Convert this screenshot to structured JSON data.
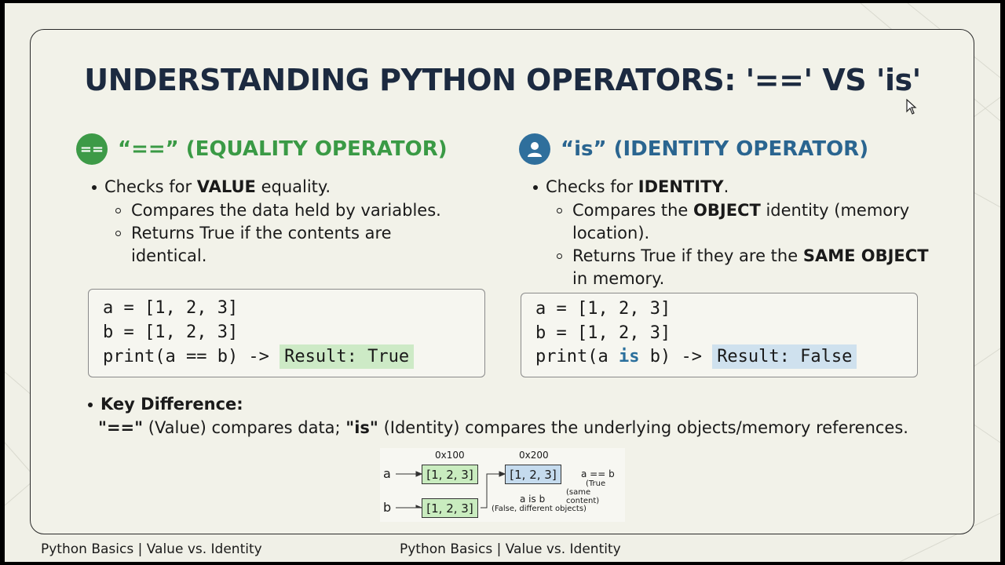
{
  "slide": {
    "title": "UNDERSTANDING PYTHON OPERATORS: '==' VS 'is'"
  },
  "left": {
    "icon_label": "==",
    "heading": "“==” (EQUALITY OPERATOR)",
    "bullet_pre": "Checks for ",
    "bullet_bold": "VALUE",
    "bullet_post": " equality.",
    "sub1": "Compares the data held by variables.",
    "sub2_line1": "Returns True if the contents are",
    "sub2_line2": "identical.",
    "code": {
      "line1": "a = [1, 2, 3]",
      "line2": "b = [1, 2, 3]",
      "line3_pre": "print(a == b) -> ",
      "result": "Result: True"
    }
  },
  "right": {
    "heading": "“is” (IDENTITY OPERATOR)",
    "bullet_pre": "Checks for ",
    "bullet_bold": "IDENTITY",
    "bullet_post": ".",
    "sub1_pre": "Compares the ",
    "sub1_bold": "OBJECT",
    "sub1_post": " identity (memory",
    "sub1_line2": "location).",
    "sub2_pre": "Returns True if they are the ",
    "sub2_bold": "SAME OBJECT",
    "sub2_line2": "in memory.",
    "code": {
      "line1": "a = [1, 2, 3]",
      "line2": "b = [1, 2, 3]",
      "line3_pre": "print(a ",
      "line3_kw": "is",
      "line3_post": " b) -> ",
      "result": "Result: False"
    }
  },
  "key_difference": {
    "label": "Key Difference:",
    "q1": "\"==\"",
    "t1": " (Value) compares data; ",
    "q2": "\"is\"",
    "t2": " (Identity) compares the underlying objects/memory references."
  },
  "diagram": {
    "addr1": "0x100",
    "addr2": "0x200",
    "var_a": "a",
    "var_b": "b",
    "box_a": "[1, 2, 3]",
    "box_b": "[1, 2, 3]",
    "box_c": "[1, 2, 3]",
    "eq_label": "a == b",
    "eq_note1": "(True",
    "eq_note2": "(same content)",
    "is_label": "a is b",
    "is_note": "(False, different objects)"
  },
  "footer": {
    "left": "Python Basics | Value vs. Identity",
    "center": "Python Basics | Value vs. Identity"
  },
  "colors": {
    "equality": "#3d9a47",
    "identity": "#2f6f9c",
    "title": "#1c2a40"
  },
  "icons": {
    "left": "equals-icon",
    "right": "user-icon"
  }
}
